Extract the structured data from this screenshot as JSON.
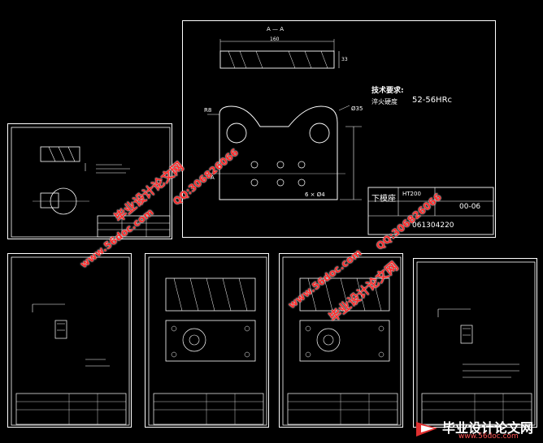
{
  "main_drawing": {
    "section_label": "A — A",
    "dim_width": "160",
    "dim_height": "33",
    "radius_label": "R8",
    "hole_label": "Ø35",
    "holes_label": "6 × Ø4",
    "section_mark": "A",
    "tech_title": "技术要求:",
    "tech_req_text": "淬火硬度",
    "tech_req_value": "52-56HRc",
    "part_name": "下模座",
    "material": "HT200",
    "drawing_no": "00-06",
    "student_no": "061304220"
  },
  "watermarks": {
    "site": "www.56doc.com",
    "name": "毕业设计论文网",
    "qq": "QQ:306826066"
  },
  "logo": {
    "text": "毕业设计论文网",
    "url": "www.56doc.com"
  },
  "colors": {
    "background": "#000000",
    "lines": "#ffffff",
    "watermark": "#ff2a2a",
    "logo_mark": "#e03030"
  }
}
